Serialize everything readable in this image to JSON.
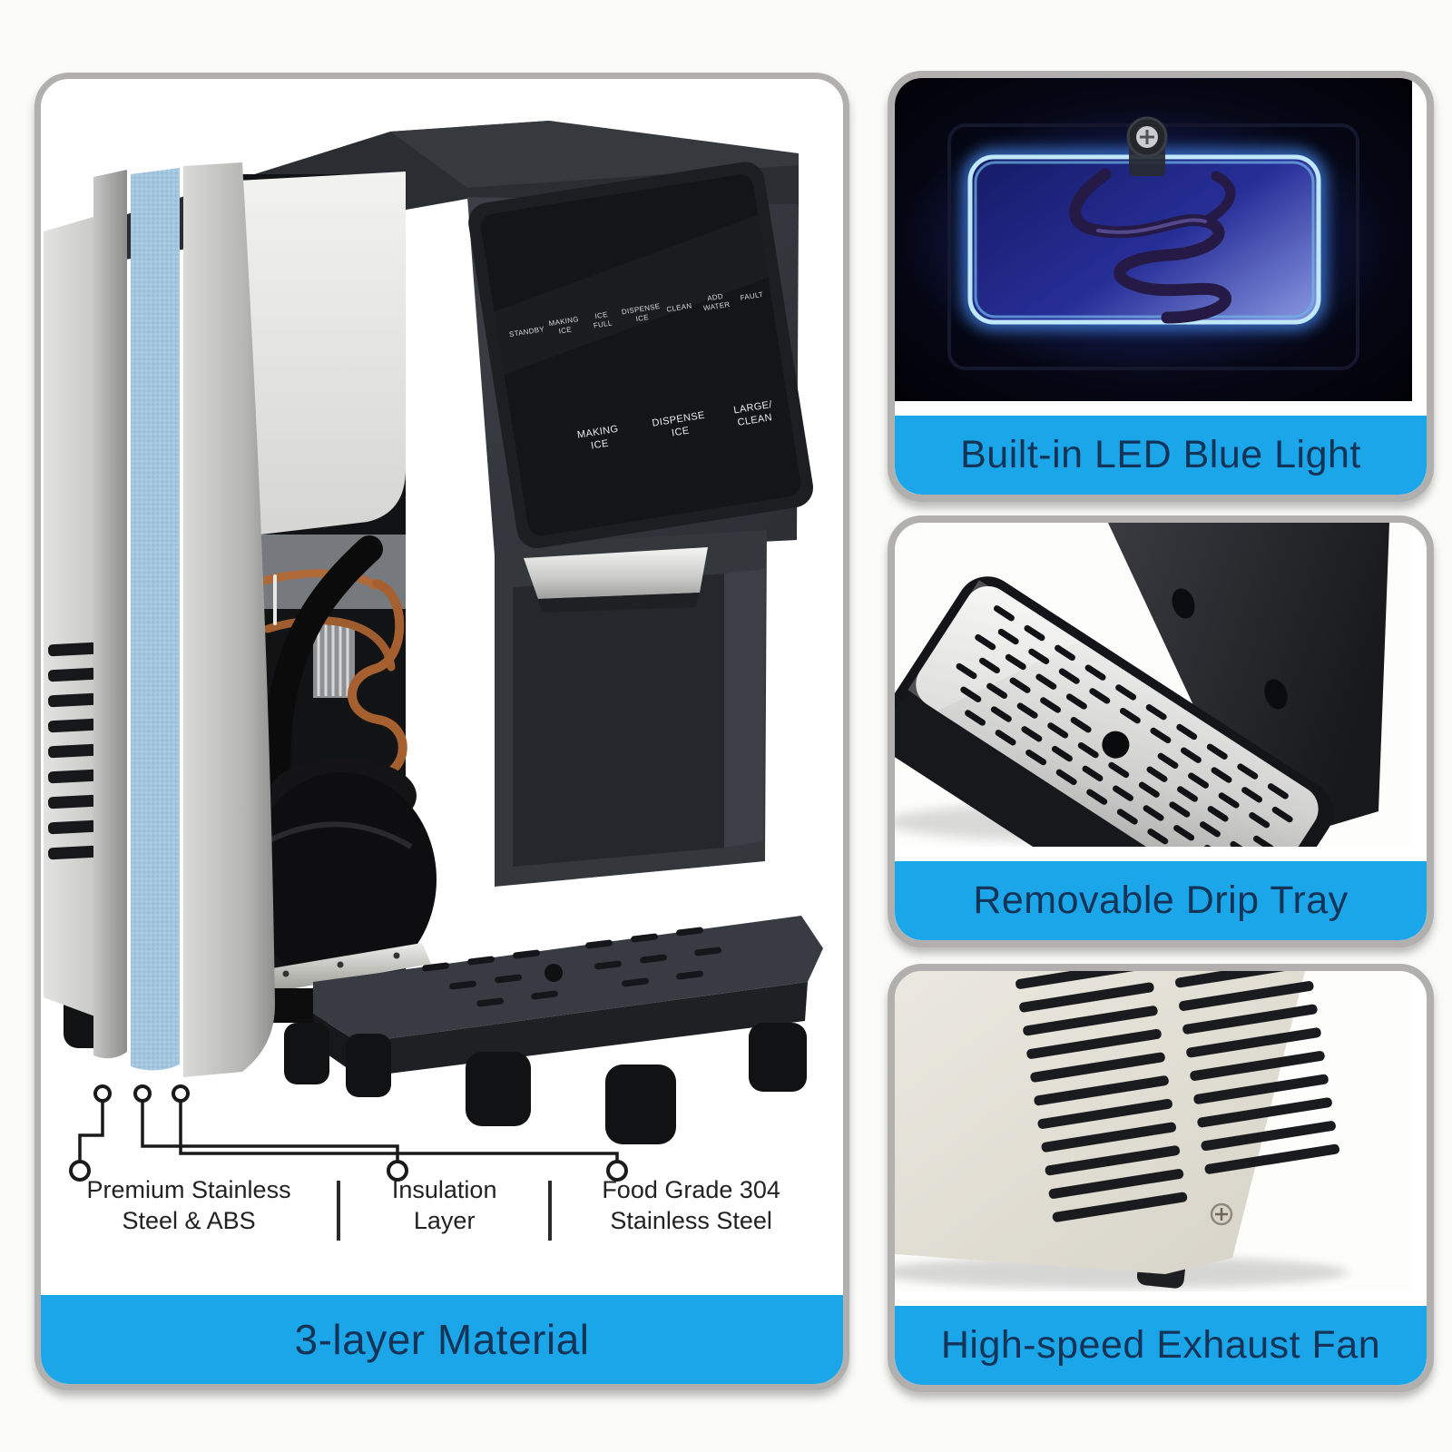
{
  "colors": {
    "accent_blue": "#1BA6E9",
    "banner_text_navy": "#143457",
    "card_border_gray": "#B1B0AE",
    "machine_charcoal": "#2E3136",
    "insulation_blue": "#A3C6DE",
    "copper_pipe": "#B06A3A",
    "led_glow_blue": "#7FD4F6"
  },
  "left_card": {
    "banner": "3-layer Material",
    "labels": [
      {
        "line1": "Premium Stainless",
        "line2": "Steel & ABS"
      },
      {
        "line1": "Insulation",
        "line2": "Layer"
      },
      {
        "line1": "Food Grade 304",
        "line2": "Stainless Steel"
      }
    ],
    "machine_panel": {
      "indicators": [
        [
          "STANDBY"
        ],
        [
          "MAKING",
          "ICE"
        ],
        [
          "ICE",
          "FULL"
        ],
        [
          "DISPENSE",
          "ICE"
        ],
        [
          "CLEAN"
        ],
        [
          "ADD",
          "WATER"
        ],
        [
          "FAULT"
        ]
      ],
      "buttons": [
        [
          "MAKING",
          "ICE"
        ],
        [
          "DISPENSE",
          "ICE"
        ],
        [
          "LARGE/",
          "CLEAN"
        ]
      ]
    }
  },
  "right_cards": [
    {
      "banner": "Built-in LED Blue Light"
    },
    {
      "banner": "Removable Drip Tray"
    },
    {
      "banner": "High-speed Exhaust Fan"
    }
  ]
}
